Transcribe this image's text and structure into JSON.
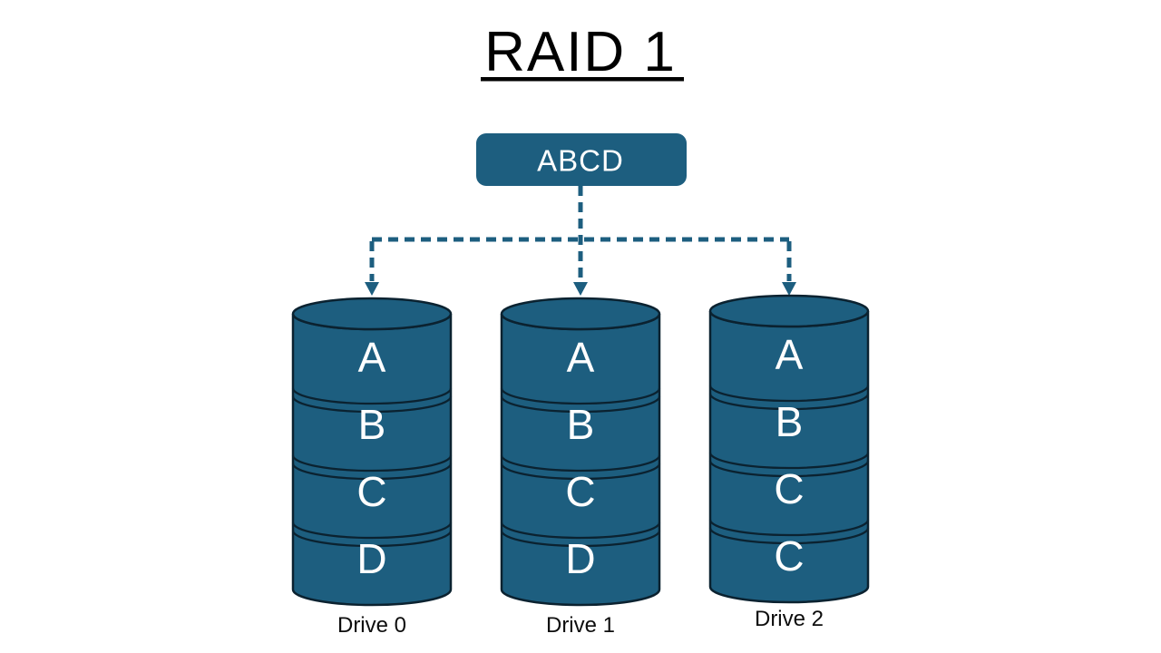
{
  "title": "RAID 1",
  "source_block": {
    "label": "ABCD"
  },
  "drives": [
    {
      "label": "Drive 0",
      "blocks": [
        "A",
        "B",
        "C",
        "D"
      ]
    },
    {
      "label": "Drive 1",
      "blocks": [
        "A",
        "B",
        "C",
        "D"
      ]
    },
    {
      "label": "Drive 2",
      "blocks": [
        "A",
        "B",
        "C",
        "C"
      ]
    }
  ],
  "colors": {
    "accent": "#1d5e7f",
    "outline": "#0b2230",
    "block_text": "#ffffff",
    "title_text": "#000000"
  }
}
